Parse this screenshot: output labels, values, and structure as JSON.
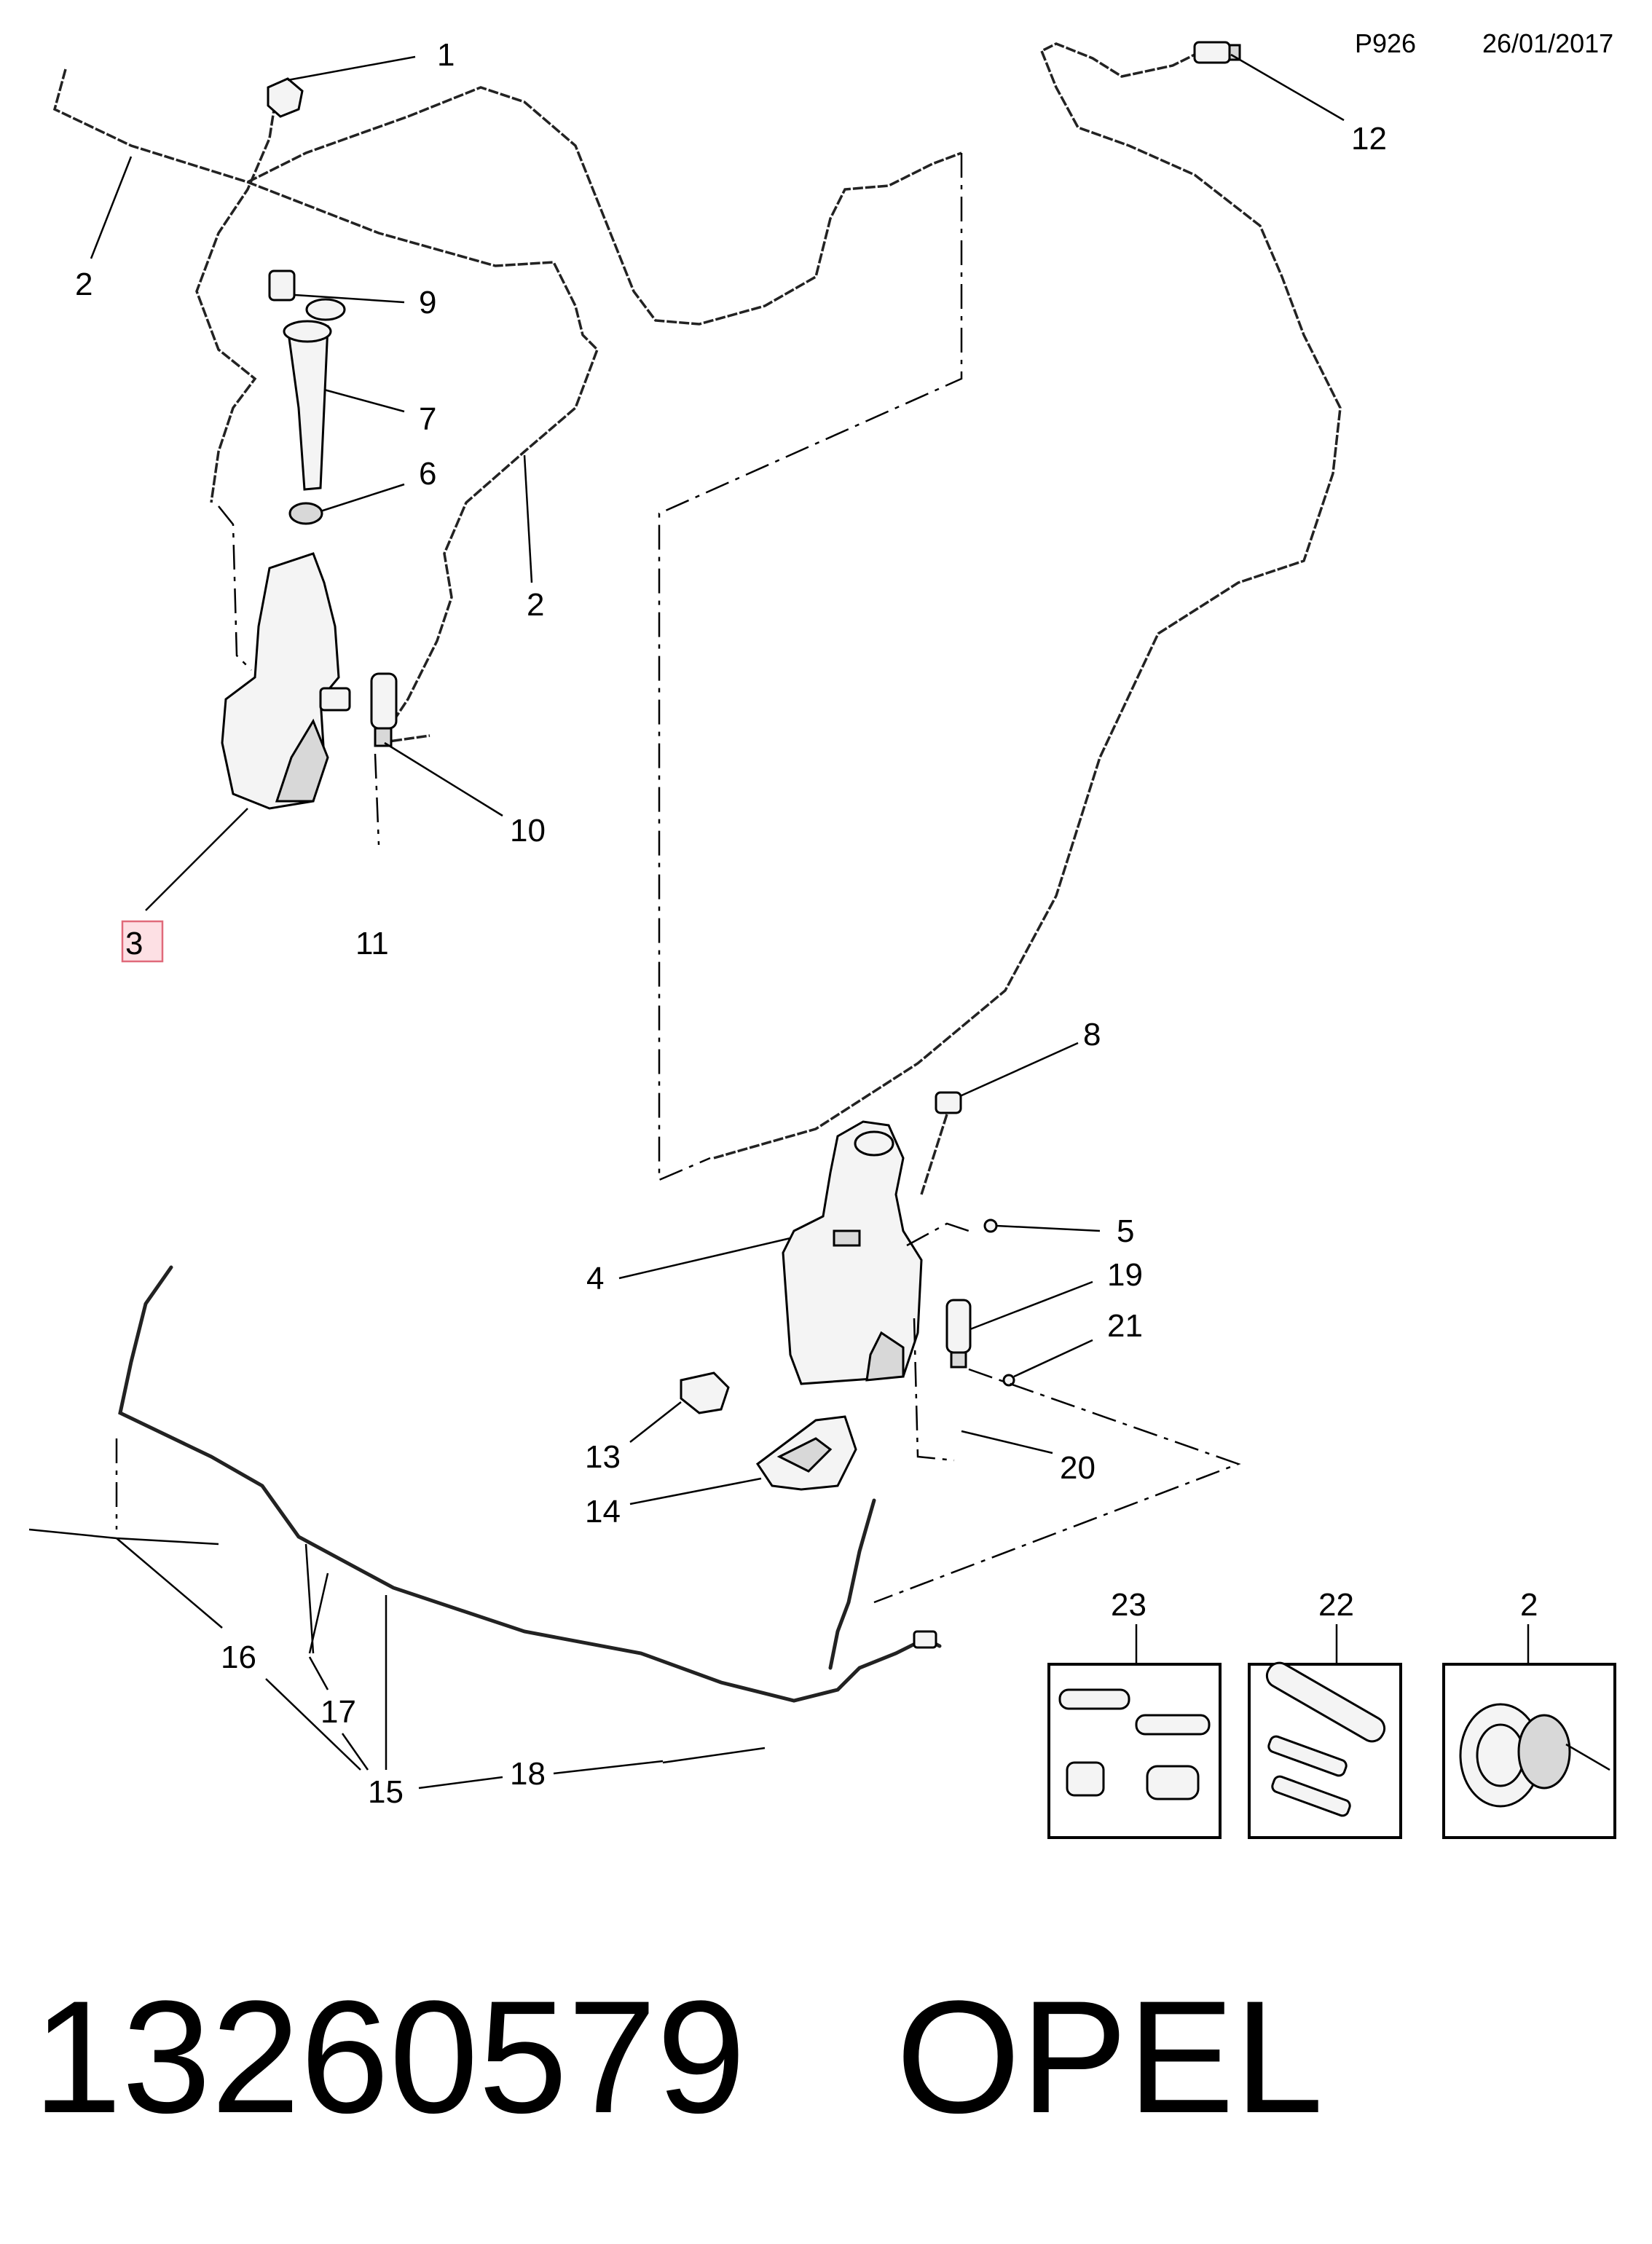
{
  "header": {
    "code": "P926",
    "date": "26/01/2017"
  },
  "callouts": {
    "c1": "1",
    "c2a": "2",
    "c2b": "2",
    "c3": "3",
    "c4": "4",
    "c5": "5",
    "c6": "6",
    "c7": "7",
    "c8": "8",
    "c9": "9",
    "c10": "10",
    "c11": "11",
    "c12": "12",
    "c13": "13",
    "c14": "14",
    "c15": "15",
    "c16": "16",
    "c17": "17",
    "c18": "18",
    "c19": "19",
    "c20": "20",
    "c21": "21"
  },
  "kits": [
    {
      "label": "23",
      "icon": "hose-connector-kit-icon"
    },
    {
      "label": "22",
      "icon": "hose-union-kit-icon"
    },
    {
      "label": "2",
      "icon": "hose-grommet-icon"
    }
  ],
  "highlighted_callout": "3",
  "footer": {
    "part_number": "13260579",
    "brand": "OPEL"
  },
  "colors": {
    "highlight_fill": "#fde0e4",
    "highlight_border": "#e06a7a"
  }
}
